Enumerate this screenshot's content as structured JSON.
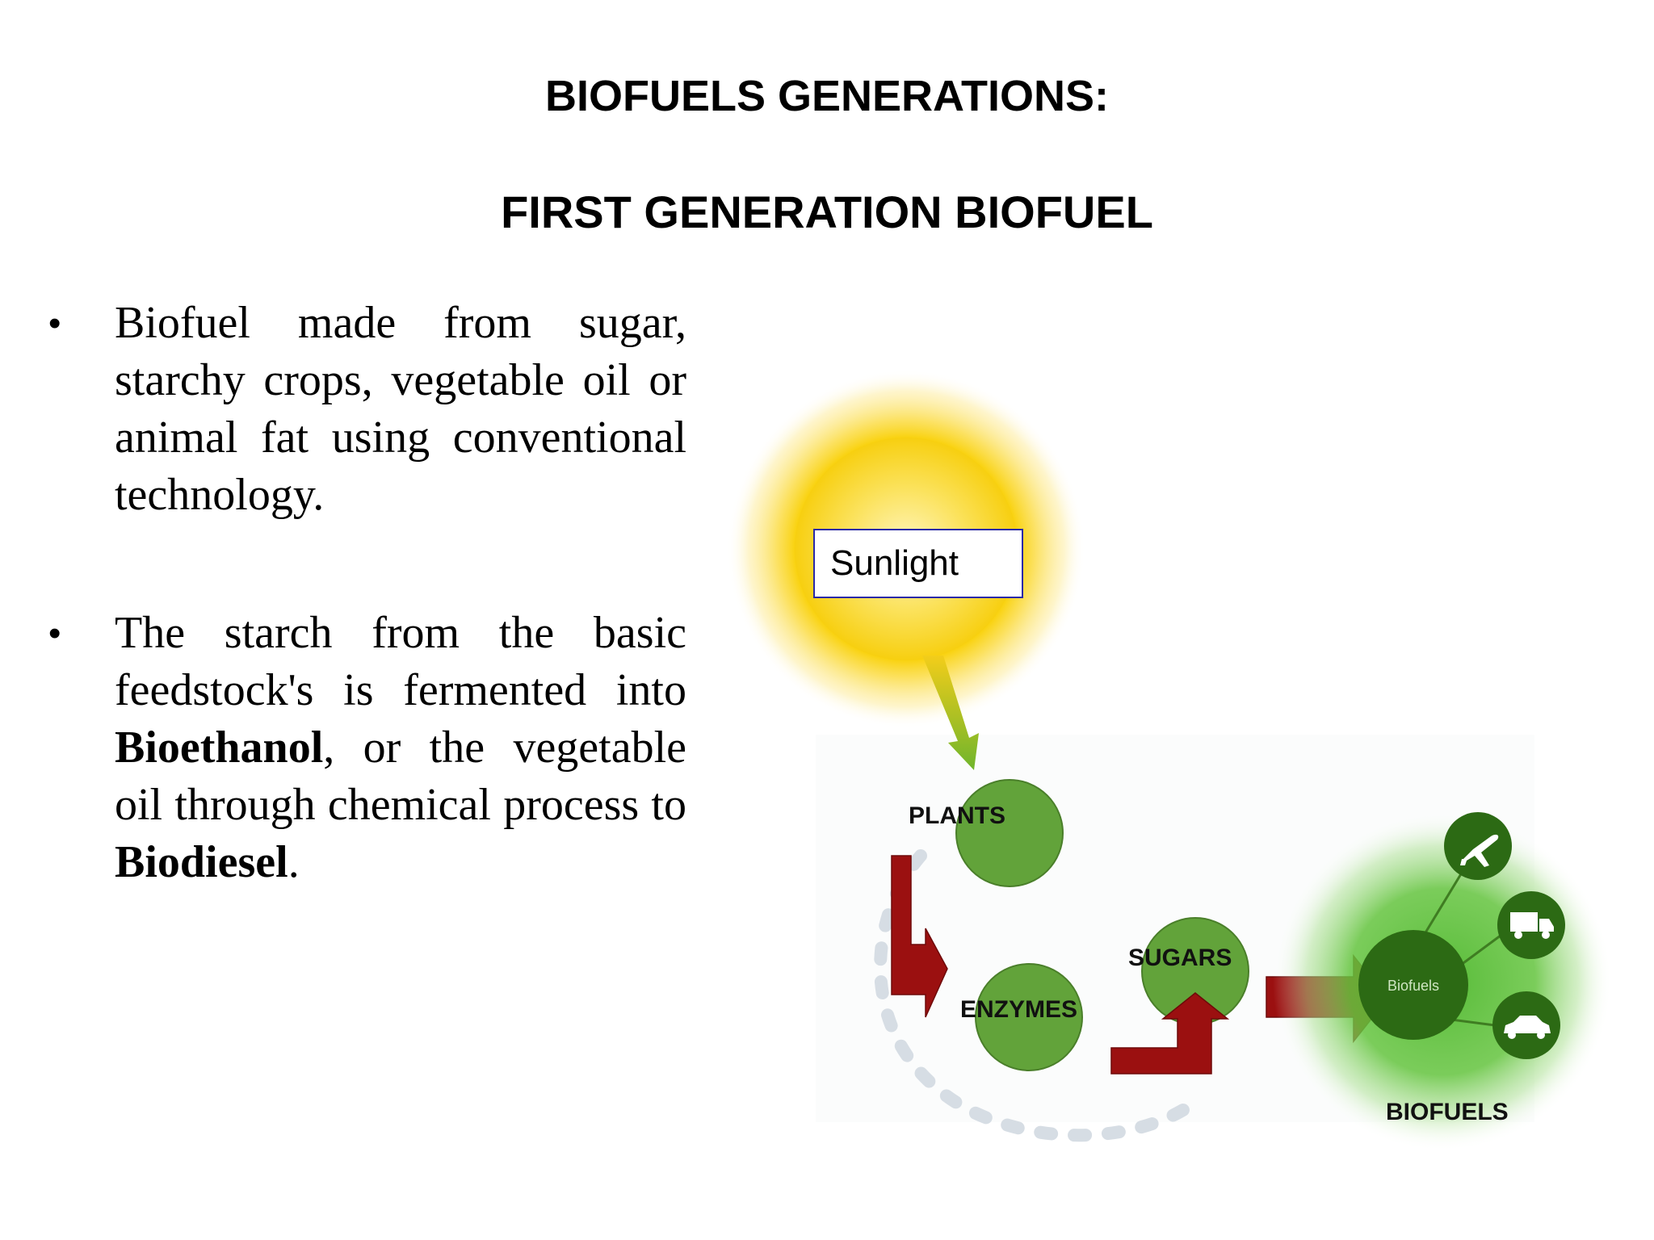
{
  "heading": {
    "title": "BIOFUELS GENERATIONS:",
    "subtitle": "FIRST GENERATION BIOFUEL"
  },
  "bullets": [
    {
      "text_before": "Biofuel made from sugar, starchy crops, vegetable oil or animal fat using conventional technology.",
      "bold1": "",
      "text_mid": "",
      "bold2": "",
      "text_after": ""
    },
    {
      "text_before": "The starch from the basic feedstock's is fermented into ",
      "bold1": "Bioethanol",
      "text_mid": ", or  the vegetable oil through chemical process to  ",
      "bold2": "Biodiesel",
      "text_after": "."
    }
  ],
  "diagram": {
    "sun_label": "Sunlight",
    "plants_label": "PLANTS",
    "enzymes_label": "ENZYMES",
    "sugars_label": "SUGARS",
    "biofuels_node_label": "Biofuels",
    "biofuels_caption": "BIOFUELS",
    "icons": [
      "airplane-icon",
      "truck-icon",
      "car-icon"
    ],
    "colors": {
      "sun": "#f7cf10",
      "node_green": "#62a33a",
      "dark_green": "#2c6a14",
      "arrow_red": "#9b1010",
      "sun_box_border": "#2a2aa8",
      "dashed_path": "#d6dde4"
    }
  }
}
